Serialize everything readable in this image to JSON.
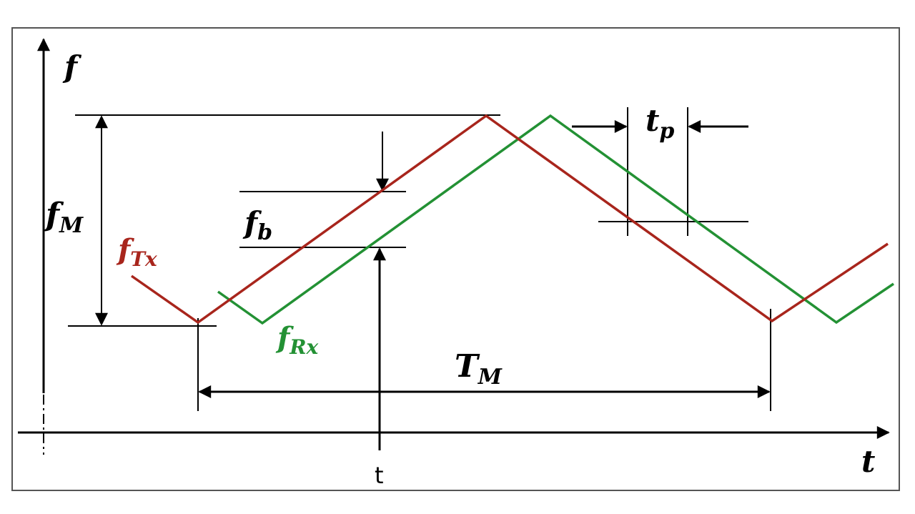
{
  "labels": {
    "f_axis": "f",
    "t_axis": "t",
    "f_M": {
      "main": "f",
      "sub": "M"
    },
    "f_Tx": {
      "main": "f",
      "sub": "Tx"
    },
    "f_Rx": {
      "main": "f",
      "sub": "Rx"
    },
    "f_b": {
      "main": "f",
      "sub": "b"
    },
    "t_p": {
      "main": "t",
      "sub": "p"
    },
    "T_M": {
      "main": "T",
      "sub": "M"
    },
    "t_tick": "t"
  },
  "colors": {
    "tx_line": "#a8251c",
    "rx_line": "#239134",
    "ink": "#000000",
    "frame": "#555555"
  }
}
